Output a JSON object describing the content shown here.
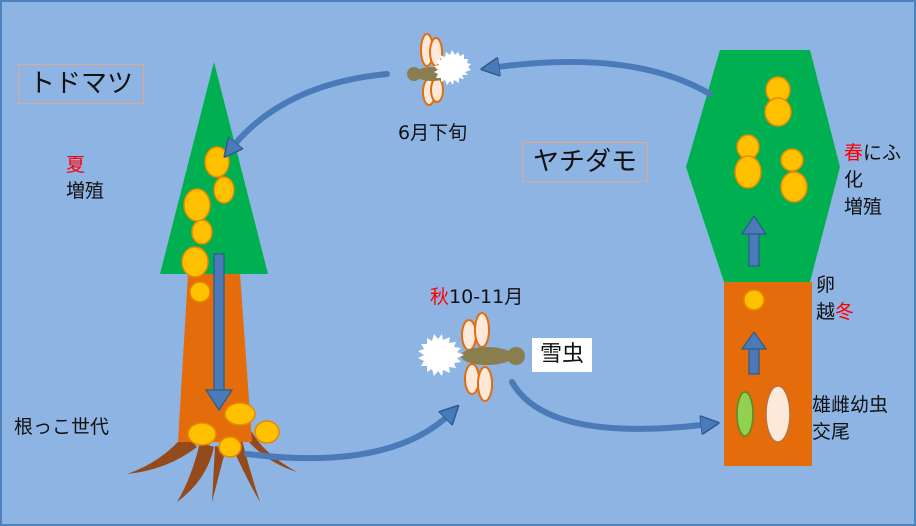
{
  "title_todomatsu": "トドマツ",
  "title_yachidamo": "ヤチダモ",
  "summer": {
    "season": "夏",
    "text": "増殖"
  },
  "root_generation": "根っこ世代",
  "june": "6月下旬",
  "autumn": {
    "season": "秋",
    "text": "10-11月"
  },
  "snow_insect": "雪虫",
  "spring": {
    "season": "春",
    "text1": "にふ化",
    "line2": "増殖"
  },
  "egg": {
    "line1": "卵",
    "line2_prefix": "越",
    "season": "冬"
  },
  "mating": {
    "line1": "雄雌幼虫",
    "line2": "交尾"
  },
  "colors": {
    "background": "#8eb4e3",
    "green": "#00b050",
    "orange": "#e46c0a",
    "aphid": "#ffc000",
    "arrow": "#4a7ab8",
    "root": "#944a1a",
    "season_red": "#ff0000"
  }
}
